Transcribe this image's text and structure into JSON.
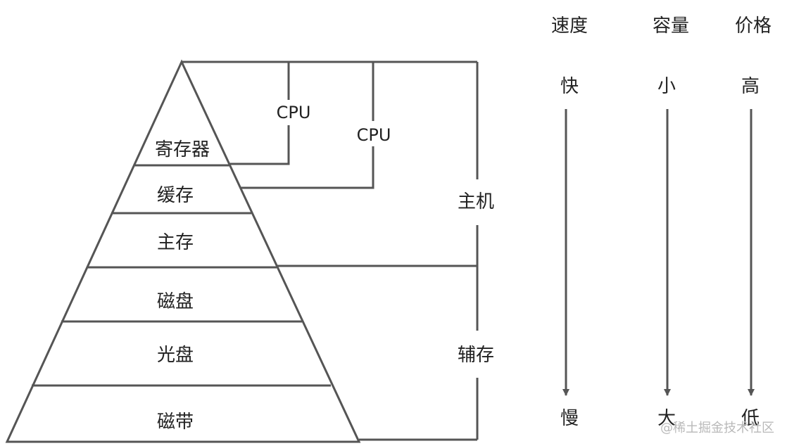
{
  "pyramid": {
    "levels": [
      "寄存器",
      "缓存",
      "主存",
      "磁盘",
      "光盘",
      "磁带"
    ],
    "cpu_labels": [
      "CPU",
      "CPU"
    ]
  },
  "groups": {
    "host": "主机",
    "auxiliary": "辅存"
  },
  "metrics": [
    {
      "header": "速度",
      "top": "快",
      "bottom": "慢"
    },
    {
      "header": "容量",
      "top": "小",
      "bottom": "大"
    },
    {
      "header": "价格",
      "top": "高",
      "bottom": "低"
    }
  ],
  "watermark": "@稀土掘金技术社区",
  "colors": {
    "line": "#555555",
    "text": "#222222"
  }
}
